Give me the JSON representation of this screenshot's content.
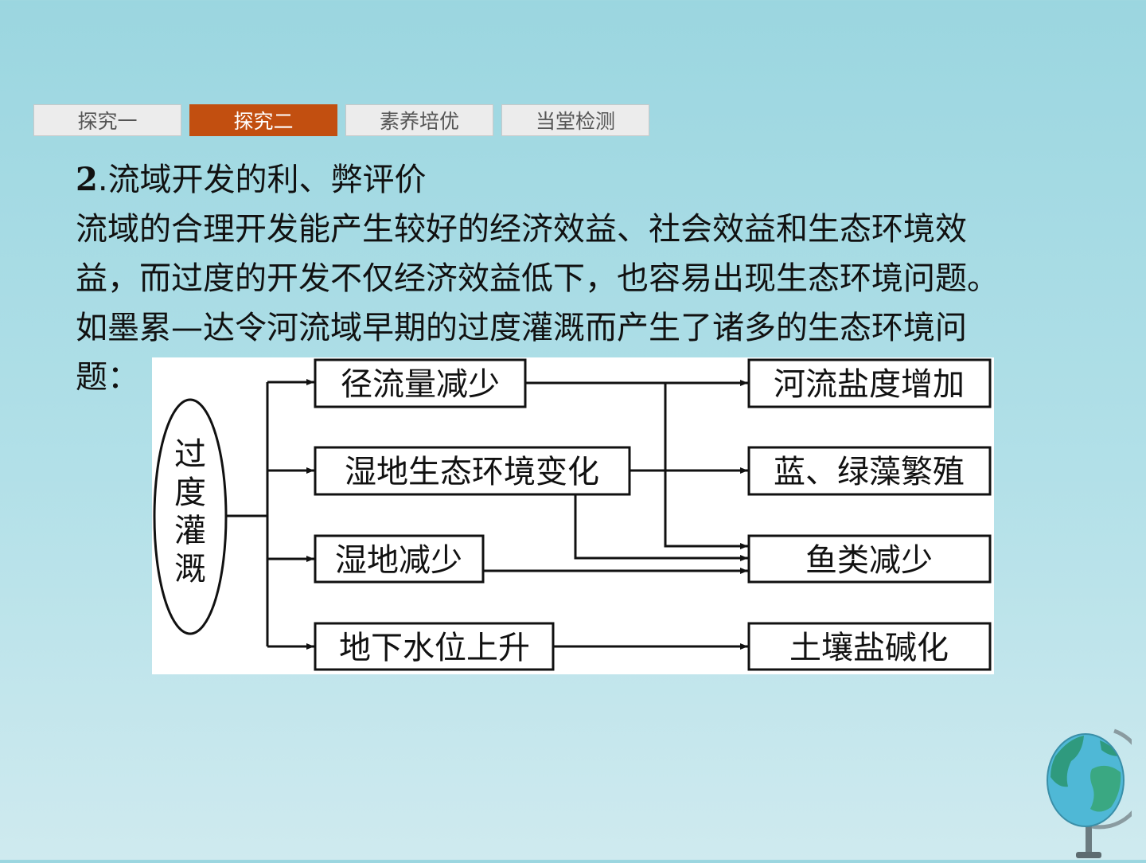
{
  "tabs": [
    {
      "label": "探究一",
      "active": false
    },
    {
      "label": "探究二",
      "active": true
    },
    {
      "label": "素养培优",
      "active": false
    },
    {
      "label": "当堂检测",
      "active": false
    }
  ],
  "heading": {
    "number": "2",
    "separator": ".",
    "title": "流域开发的利、弊评价"
  },
  "paragraph": {
    "line1": "流域的合理开发能产生较好的经济效益、社会效益和生态环境效",
    "line2": "益，而过度的开发不仅经济效益低下，也容易出现生态环境问题。",
    "line3": "如墨累—达令河流域早期的过度灌溉而产生了诸多的生态环境问",
    "line4": "题："
  },
  "diagram": {
    "source": {
      "chars": [
        "过",
        "度",
        "灌",
        "溉"
      ]
    },
    "middle": [
      "径流量减少",
      "湿地生态环境变化",
      "湿地减少",
      "地下水位上升"
    ],
    "results": [
      "河流盐度增加",
      "蓝、绿藻繁殖",
      "鱼类减少",
      "土壤盐碱化"
    ]
  },
  "colors": {
    "accent": "#c24f10",
    "background": "#a8dce5"
  }
}
